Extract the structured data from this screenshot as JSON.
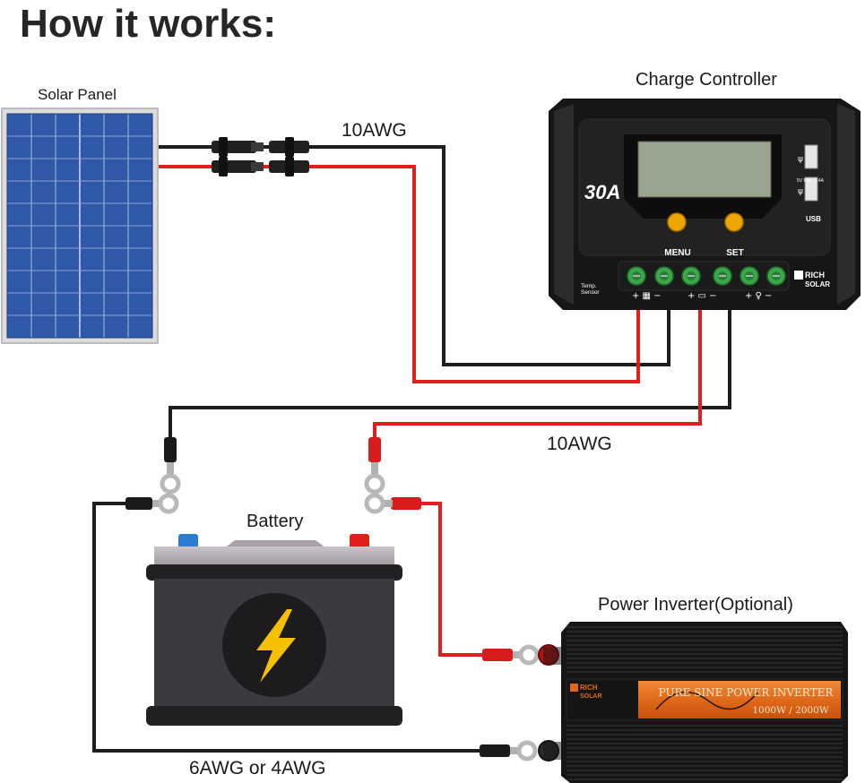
{
  "title": "How it works:",
  "components": {
    "solar_panel": "Solar Panel",
    "charge_controller": "Charge Controller",
    "battery": "Battery",
    "inverter": "Power Inverter(Optional)"
  },
  "wires": {
    "panel_to_controller": "10AWG",
    "controller_to_battery": "10AWG",
    "battery_to_inverter": "6AWG or 4AWG"
  },
  "controller": {
    "rating": "30A",
    "menu_button": "MENU",
    "set_button": "SET",
    "usb_label": "USB",
    "usb_spec": "5V Max. 2.4A",
    "temp_sensor": "Temp. Sensor",
    "brand_line1": "RICH",
    "brand_line2": "SOLAR"
  },
  "inverter": {
    "brand_line1": "RICH",
    "brand_line2": "SOLAR",
    "product_name": "PURE SINE POWER INVERTER",
    "rating": "1000W / 2000W"
  },
  "colors": {
    "positive_wire": "#e01e1e",
    "negative_wire": "#1e1e1e",
    "controller_body": "#1f1f1f",
    "lcd": "#9aa590",
    "button": "#f0a400",
    "terminal": "#3aa84a",
    "panel_cell": "#2f58a8",
    "battery_body": "#3d3a3f",
    "bolt": "#f5c000",
    "inverter_band": "#e06a1a"
  }
}
